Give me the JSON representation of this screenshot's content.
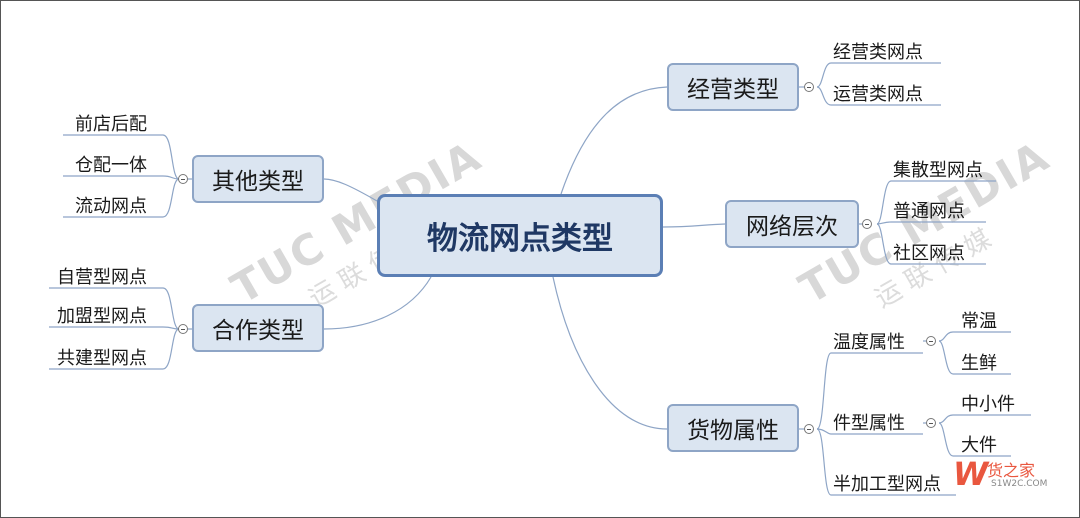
{
  "watermark": {
    "brand": "TUC MEDIA",
    "sub": "运 联 传 媒"
  },
  "diagram": {
    "center": "物流网点类型",
    "branches": {
      "jingying": {
        "label": "经营类型",
        "children": [
          "经营类网点",
          "运营类网点"
        ]
      },
      "wangluo": {
        "label": "网络层次",
        "children": [
          "集散型网点",
          "普通网点",
          "社区网点"
        ]
      },
      "huowu": {
        "label": "货物属性",
        "children": [
          {
            "label": "温度属性",
            "children": [
              "常温",
              "生鲜"
            ]
          },
          {
            "label": "件型属性",
            "children": [
              "中小件",
              "大件"
            ]
          },
          {
            "label": "半加工型网点"
          }
        ]
      },
      "qita": {
        "label": "其他类型",
        "children": [
          "前店后配",
          "仓配一体",
          "流动网点"
        ]
      },
      "hezuo": {
        "label": "合作类型",
        "children": [
          "自营型网点",
          "加盟型网点",
          "共建型网点"
        ]
      }
    }
  },
  "logo": {
    "mark": "W",
    "text": "货之家",
    "site": "S1W2C.COM"
  }
}
